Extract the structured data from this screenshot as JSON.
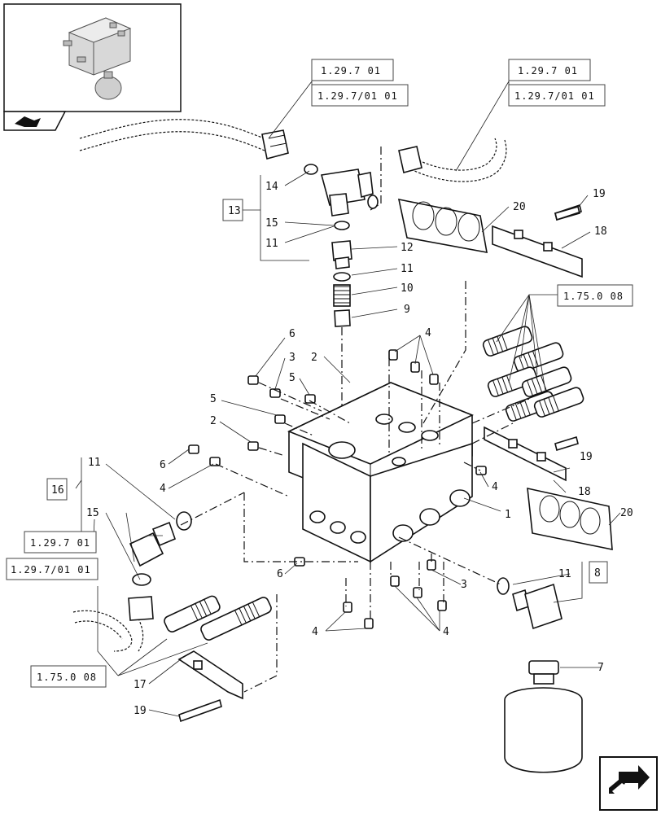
{
  "thumbnail": {
    "icon": "valve-assembly-thumbnail"
  },
  "nav_icons": {
    "back": "back-arrow-icon",
    "next": "next-page-icon"
  },
  "callouts": {
    "c2a": "2",
    "c2b": "2",
    "c3a": "3",
    "c3b": "3",
    "c4a": "4",
    "c4b": "4",
    "c4c": "4",
    "c4d": "4",
    "c4e": "4",
    "c5a": "5",
    "c5b": "5",
    "c6a": "6",
    "c6b": "6",
    "c6c": "6",
    "c7": "7",
    "c8": "8",
    "c9": "9",
    "c10": "10",
    "c11a": "11",
    "c11b": "11",
    "c11c": "11",
    "c11d": "11",
    "c12": "12",
    "c13": "13",
    "c14": "14",
    "c15a": "15",
    "c15b": "15",
    "c16": "16",
    "c17": "17",
    "c18a": "18",
    "c18b": "18",
    "c19a": "19",
    "c19b": "19",
    "c19c": "19",
    "c20a": "20",
    "c20b": "20",
    "c1": "1"
  },
  "references": {
    "r1": "1.29.7 01",
    "r2": "1.29.7/01 01",
    "r3": "1.29.7 01",
    "r4": "1.29.7/01 01",
    "r5": "1.75.0 08",
    "r6": "1.29.7 01",
    "r7": "1.29.7/01 01",
    "r8": "1.75.0 08"
  }
}
